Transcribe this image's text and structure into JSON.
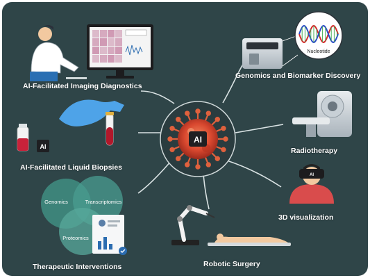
{
  "center": {
    "text": "AI"
  },
  "modules": {
    "imaging": {
      "label": "AI-Facilitated Imaging Diagnostics"
    },
    "genomics": {
      "label": "Genomics and Biomarker Discovery",
      "inset_text": "Nucleotide"
    },
    "biopsy": {
      "label": "AI-Facilitated Liquid Biopsies",
      "chip_text": "AI"
    },
    "radiotherapy": {
      "label": "Radiotherapy"
    },
    "visualization": {
      "label": "3D visualization",
      "headset_text": "AI"
    },
    "therapeutic": {
      "label": "Therapeutic Interventions",
      "circles": [
        "Genomics",
        "Transcriptomics",
        "Proteomics"
      ]
    },
    "surgery": {
      "label": "Robotic Surgery"
    }
  },
  "colors": {
    "background": "#2f4548",
    "virus": "#d9482f",
    "dna_red": "#d62b2b",
    "dna_blue": "#2b4cc8",
    "venn": "#3f8e83",
    "skin": "#f2c9a0"
  }
}
